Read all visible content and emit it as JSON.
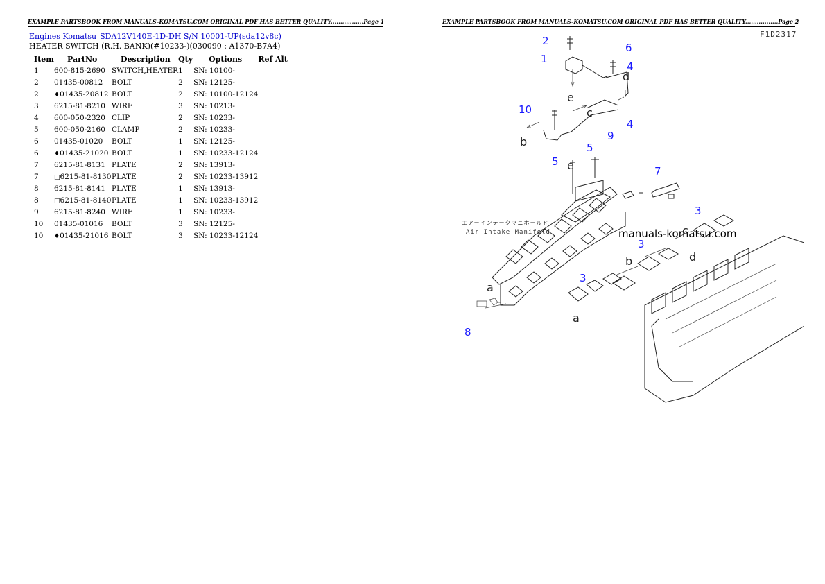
{
  "page_headers": [
    "EXAMPLE PARTSBOOK FROM MANUALS-KOMATSU.COM ORIGINAL PDF HAS BETTER QUALITY.................Page 1",
    "EXAMPLE PARTSBOOK FROM MANUALS-KOMATSU.COM ORIGINAL PDF HAS BETTER QUALITY.................Page 2"
  ],
  "breadcrumb": {
    "link1": "Engines Komatsu",
    "link2": "SDA12V140E-1D-DH S/N 10001-UP(sda12v8c)"
  },
  "section_title": "HEATER SWITCH (R.H. BANK)(#10233-)(030090 : A1370-B7A4)",
  "table": {
    "headers": [
      "Item",
      "PartNo",
      "Description",
      "Qty",
      "Options",
      "Ref Alt"
    ],
    "rows": [
      {
        "item": "1",
        "mark": "",
        "part": "600-815-2690",
        "desc": "SWITCH,HEATER",
        "qty": "1",
        "opt": "SN: 10100-",
        "ref": ""
      },
      {
        "item": "2",
        "mark": "",
        "part": "01435-00812",
        "desc": "BOLT",
        "qty": "2",
        "opt": "SN: 12125-",
        "ref": ""
      },
      {
        "item": "2",
        "mark": "♦",
        "part": "01435-20812",
        "desc": "BOLT",
        "qty": "2",
        "opt": "SN: 10100-12124",
        "ref": ""
      },
      {
        "item": "3",
        "mark": "",
        "part": "6215-81-8210",
        "desc": "WIRE",
        "qty": "3",
        "opt": "SN: 10213-",
        "ref": ""
      },
      {
        "item": "4",
        "mark": "",
        "part": "600-050-2320",
        "desc": "CLIP",
        "qty": "2",
        "opt": "SN: 10233-",
        "ref": ""
      },
      {
        "item": "5",
        "mark": "",
        "part": "600-050-2160",
        "desc": "CLAMP",
        "qty": "2",
        "opt": "SN: 10233-",
        "ref": ""
      },
      {
        "item": "6",
        "mark": "",
        "part": "01435-01020",
        "desc": "BOLT",
        "qty": "1",
        "opt": "SN: 12125-",
        "ref": ""
      },
      {
        "item": "6",
        "mark": "♦",
        "part": "01435-21020",
        "desc": "BOLT",
        "qty": "1",
        "opt": "SN: 10233-12124",
        "ref": ""
      },
      {
        "item": "7",
        "mark": "",
        "part": "6215-81-8131",
        "desc": "PLATE",
        "qty": "2",
        "opt": "SN: 13913-",
        "ref": ""
      },
      {
        "item": "7",
        "mark": "□",
        "part": "6215-81-8130",
        "desc": "PLATE",
        "qty": "2",
        "opt": "SN: 10233-13912",
        "ref": ""
      },
      {
        "item": "8",
        "mark": "",
        "part": "6215-81-8141",
        "desc": "PLATE",
        "qty": "1",
        "opt": "SN: 13913-",
        "ref": ""
      },
      {
        "item": "8",
        "mark": "□",
        "part": "6215-81-8140",
        "desc": "PLATE",
        "qty": "1",
        "opt": "SN: 10233-13912",
        "ref": ""
      },
      {
        "item": "9",
        "mark": "",
        "part": "6215-81-8240",
        "desc": "WIRE",
        "qty": "1",
        "opt": "SN: 10233-",
        "ref": ""
      },
      {
        "item": "10",
        "mark": "",
        "part": "01435-01016",
        "desc": "BOLT",
        "qty": "3",
        "opt": "SN: 12125-",
        "ref": ""
      },
      {
        "item": "10",
        "mark": "♦",
        "part": "01435-21016",
        "desc": "BOLT",
        "qty": "3",
        "opt": "SN: 10233-12124",
        "ref": ""
      }
    ]
  },
  "diagram": {
    "figure_id": "F1D2317",
    "watermark": "manuals-komatsu.com",
    "caption_jp": "エアーインテークマニホールド",
    "caption_en": "Air Intake Manifold",
    "callouts": [
      "1",
      "2",
      "3",
      "3",
      "3",
      "4",
      "4",
      "5",
      "5",
      "6",
      "7",
      "8",
      "9",
      "10"
    ],
    "letters": [
      "a",
      "a",
      "b",
      "b",
      "c",
      "c",
      "d",
      "d",
      "e",
      "e"
    ],
    "callout_color": "#1a1aff"
  }
}
